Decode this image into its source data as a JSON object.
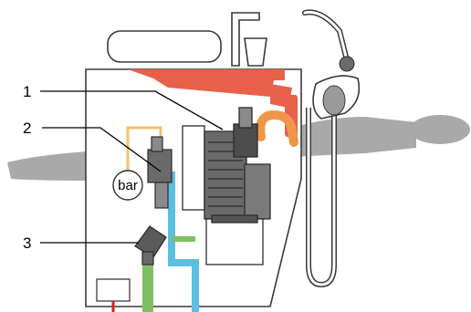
{
  "callouts": [
    {
      "label": "1"
    },
    {
      "label": "2"
    },
    {
      "label": "3"
    }
  ],
  "gauge": {
    "unit": "bar"
  },
  "colors": {
    "cabinet_outline": "#3a3a3a",
    "chair_grey": "#a9a9a9",
    "suction_red": "#e8604a",
    "orange_hose": "#f0964a",
    "air_line": "#f4c26a",
    "water_blue": "#5bbfe3",
    "drain_green": "#80c064",
    "indicator_red": "#d9201c"
  }
}
